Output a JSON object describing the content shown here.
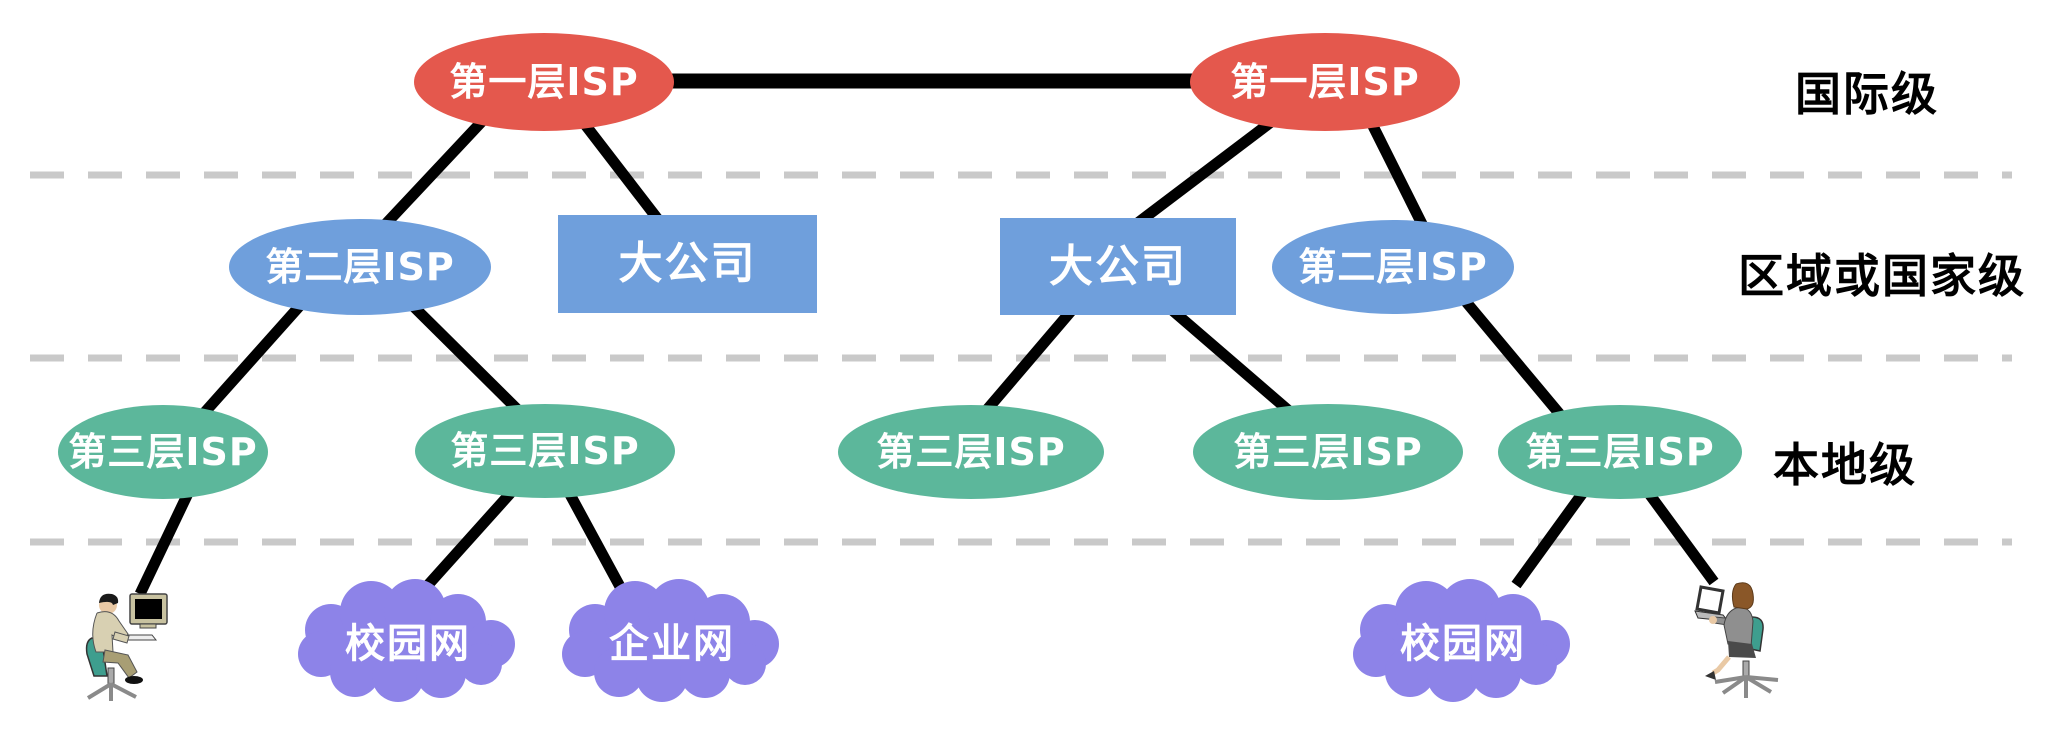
{
  "diagram_type": "network-hierarchy",
  "level_labels": [
    {
      "text": "国际级"
    },
    {
      "text": "区域或国家级"
    },
    {
      "text": "本地级"
    }
  ],
  "nodes": [
    {
      "id": "tier1-isp-left",
      "label": "第一层ISP",
      "shape": "ellipse",
      "color_key": "tier1_red"
    },
    {
      "id": "tier1-isp-right",
      "label": "第一层ISP",
      "shape": "ellipse",
      "color_key": "tier1_red"
    },
    {
      "id": "tier2-isp-left",
      "label": "第二层ISP",
      "shape": "ellipse",
      "color_key": "tier2_blue"
    },
    {
      "id": "big-company-left",
      "label": "大公司",
      "shape": "rect",
      "color_key": "tier2_blue"
    },
    {
      "id": "big-company-right",
      "label": "大公司",
      "shape": "rect",
      "color_key": "tier2_blue"
    },
    {
      "id": "tier2-isp-right",
      "label": "第二层ISP",
      "shape": "ellipse",
      "color_key": "tier2_blue"
    },
    {
      "id": "tier3-isp-1",
      "label": "第三层ISP",
      "shape": "ellipse",
      "color_key": "tier3_green"
    },
    {
      "id": "tier3-isp-2",
      "label": "第三层ISP",
      "shape": "ellipse",
      "color_key": "tier3_green"
    },
    {
      "id": "tier3-isp-3",
      "label": "第三层ISP",
      "shape": "ellipse",
      "color_key": "tier3_green"
    },
    {
      "id": "tier3-isp-4",
      "label": "第三层ISP",
      "shape": "ellipse",
      "color_key": "tier3_green"
    },
    {
      "id": "tier3-isp-5",
      "label": "第三层ISP",
      "shape": "ellipse",
      "color_key": "tier3_green"
    },
    {
      "id": "campus-network-left",
      "label": "校园网",
      "shape": "cloud",
      "color_key": "cloud_purple"
    },
    {
      "id": "enterprise-network",
      "label": "企业网",
      "shape": "cloud",
      "color_key": "cloud_purple"
    },
    {
      "id": "campus-network-right",
      "label": "校园网",
      "shape": "cloud",
      "color_key": "cloud_purple"
    }
  ],
  "clipart": [
    {
      "id": "user-pc-left",
      "description": "person sitting on office chair at desktop computer"
    },
    {
      "id": "user-pc-right",
      "description": "person sitting on office chair using laptop"
    }
  ],
  "edges": [
    [
      "tier1-isp-left",
      "tier1-isp-right"
    ],
    [
      "tier1-isp-left",
      "tier2-isp-left"
    ],
    [
      "tier1-isp-left",
      "big-company-left"
    ],
    [
      "tier1-isp-right",
      "big-company-right"
    ],
    [
      "tier1-isp-right",
      "tier2-isp-right"
    ],
    [
      "tier2-isp-left",
      "tier3-isp-1"
    ],
    [
      "tier2-isp-left",
      "tier3-isp-2"
    ],
    [
      "big-company-right",
      "tier3-isp-3"
    ],
    [
      "big-company-right",
      "tier3-isp-4"
    ],
    [
      "tier2-isp-right",
      "tier3-isp-5"
    ],
    [
      "tier3-isp-1",
      "user-pc-left"
    ],
    [
      "tier3-isp-2",
      "campus-network-left"
    ],
    [
      "tier3-isp-2",
      "enterprise-network"
    ],
    [
      "tier3-isp-5",
      "campus-network-right"
    ],
    [
      "tier3-isp-5",
      "user-pc-right"
    ]
  ],
  "colors": {
    "tier1_red": "#E4584D",
    "tier2_blue": "#6F9FDC",
    "tier3_green": "#5CB79B",
    "cloud_purple": "#8D83E8",
    "connector_black": "#000000",
    "separator_gray": "#C9C9C9",
    "node_text_white": "#FFFFFF",
    "label_text_black": "#000000"
  }
}
